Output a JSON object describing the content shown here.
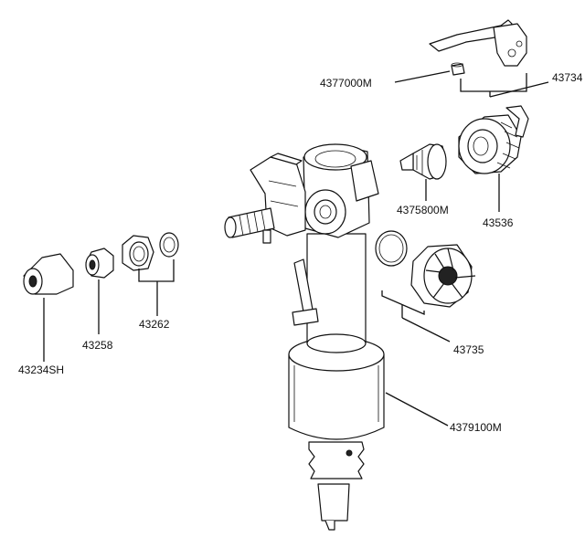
{
  "labels": {
    "l4377000M": "4377000M",
    "l43734": "43734",
    "l4375800M": "4375800M",
    "l43536": "43536",
    "l43735": "43735",
    "l4379100M": "4379100M",
    "l43262": "43262",
    "l43258": "43258",
    "l43234SH": "43234SH"
  }
}
